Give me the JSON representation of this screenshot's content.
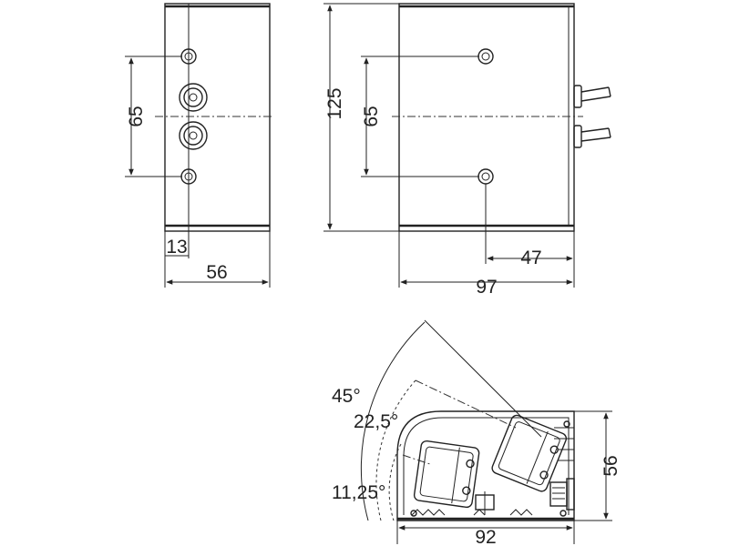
{
  "views": {
    "side_view": {
      "hole_spacing_label": "65",
      "offset_label": "13",
      "width_label": "56"
    },
    "front_view": {
      "height_label": "125",
      "hole_spacing_label": "65",
      "offset_label": "47",
      "width_label": "97"
    },
    "top_view": {
      "angle_max_label": "45°",
      "angle_mid_label": "22,5°",
      "angle_min_label": "11,25°",
      "height_label": "56",
      "width_label": "92"
    }
  }
}
